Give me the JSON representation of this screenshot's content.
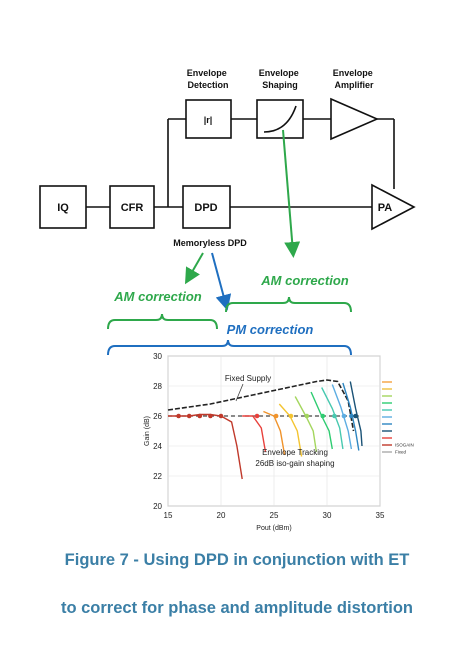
{
  "diagram": {
    "blocks": {
      "iq": "IQ",
      "cfr": "CFR",
      "dpd": "DPD",
      "abs": "|r|",
      "pa": "PA"
    },
    "headers": {
      "env_detection": [
        "Envelope",
        "Detection"
      ],
      "env_shaping": [
        "Envelope",
        "Shaping"
      ],
      "env_amplifier": [
        "Envelope",
        "Amplifier"
      ]
    },
    "memoryless_label": "Memoryless DPD",
    "am_correction_left": "AM correction",
    "am_correction_right": "AM correction",
    "pm_correction": "PM correction",
    "colors": {
      "green": "#2ea84b",
      "blue": "#1f6fc0",
      "caption": "#3b7fa6"
    }
  },
  "chart_data": {
    "type": "line",
    "xlabel": "Pout (dBm)",
    "ylabel": "Gain (dB)",
    "xlim": [
      15,
      35
    ],
    "ylim": [
      20,
      30
    ],
    "xticks": [
      "15",
      "20",
      "25",
      "30",
      "35"
    ],
    "yticks": [
      "30",
      "28",
      "26",
      "24",
      "22",
      "20"
    ],
    "annotations": {
      "fixed_supply": "Fixed Supply",
      "tracking_1": "Envelope Tracking",
      "tracking_2": "26dB iso-gain shaping"
    },
    "legend_position": "right",
    "series": [
      {
        "name": "ISOGAIN",
        "color": "#c0392b",
        "x": [
          15,
          16,
          17,
          18,
          19,
          20,
          21,
          21.5,
          22
        ],
        "y": [
          26,
          26,
          26,
          26.1,
          26.1,
          26,
          25.6,
          24,
          21.8
        ]
      },
      {
        "name": "Fixed",
        "color": "#222222",
        "x": [
          15,
          17,
          19,
          21,
          23,
          25,
          27,
          29,
          30,
          31,
          32,
          32.5
        ],
        "y": [
          26.4,
          26.6,
          26.8,
          27.1,
          27.4,
          27.7,
          28,
          28.3,
          28.4,
          28.3,
          27,
          25
        ]
      },
      {
        "name": "",
        "color": "#e8413c",
        "x": [
          22,
          23,
          23.8,
          24.2
        ],
        "y": [
          26,
          26,
          25.2,
          23.6
        ]
      },
      {
        "name": "",
        "color": "#f0932b",
        "x": [
          24,
          25,
          25.6,
          26
        ],
        "y": [
          26.3,
          26,
          25,
          23.4
        ]
      },
      {
        "name": "",
        "color": "#f4c430",
        "x": [
          25.5,
          26.5,
          27.2,
          27.6
        ],
        "y": [
          26.8,
          26,
          25,
          23.3
        ]
      },
      {
        "name": "",
        "color": "#a4d65e",
        "x": [
          27,
          28,
          28.7,
          29
        ],
        "y": [
          27.3,
          26,
          25,
          23.6
        ]
      },
      {
        "name": "",
        "color": "#2ecc71",
        "x": [
          28.5,
          29.5,
          30.2,
          30.5
        ],
        "y": [
          27.6,
          26,
          25,
          23.8
        ]
      },
      {
        "name": "",
        "color": "#48c9b0",
        "x": [
          29.5,
          30.5,
          31.2,
          31.5
        ],
        "y": [
          27.9,
          26.5,
          25.2,
          23.8
        ]
      },
      {
        "name": "",
        "color": "#5dade2",
        "x": [
          30.5,
          31.3,
          32,
          32.3
        ],
        "y": [
          28.1,
          26.6,
          25,
          23.8
        ]
      },
      {
        "name": "",
        "color": "#2e86c1",
        "x": [
          31.5,
          32.2,
          32.7,
          33
        ],
        "y": [
          28.2,
          26.6,
          25,
          23.7
        ]
      },
      {
        "name": "",
        "color": "#1a5276",
        "x": [
          32.2,
          32.7,
          33.2,
          33.3
        ],
        "y": [
          28.3,
          26.5,
          25,
          24
        ]
      }
    ],
    "iso_line": {
      "y": 26,
      "x": [
        15,
        33
      ],
      "color": "#444444"
    },
    "markers": [
      {
        "x": 16,
        "y": 26,
        "color": "#c0392b"
      },
      {
        "x": 17,
        "y": 26,
        "color": "#c0392b"
      },
      {
        "x": 18,
        "y": 26,
        "color": "#c0392b"
      },
      {
        "x": 19,
        "y": 26,
        "color": "#c0392b"
      },
      {
        "x": 20,
        "y": 26,
        "color": "#c0392b"
      },
      {
        "x": 23.4,
        "y": 26,
        "color": "#e8413c"
      },
      {
        "x": 25.2,
        "y": 26,
        "color": "#f0932b"
      },
      {
        "x": 26.6,
        "y": 26,
        "color": "#f4c430"
      },
      {
        "x": 28.1,
        "y": 26,
        "color": "#a4d65e"
      },
      {
        "x": 29.6,
        "y": 26,
        "color": "#2ecc71"
      },
      {
        "x": 30.7,
        "y": 26,
        "color": "#48c9b0"
      },
      {
        "x": 31.6,
        "y": 26,
        "color": "#5dade2"
      },
      {
        "x": 32.3,
        "y": 26,
        "color": "#2e86c1"
      },
      {
        "x": 32.7,
        "y": 26,
        "color": "#1a5276"
      }
    ],
    "legend_names": [
      "ISOGAIN",
      "Fixed"
    ],
    "legend_swatches": [
      "#f4a340",
      "#f0c040",
      "#a4d65e",
      "#2ecc71",
      "#48c9b0",
      "#5dade2",
      "#2e86c1",
      "#1a5276",
      "#e8413c",
      "#c0392b",
      "#aaaaaa"
    ]
  },
  "caption": {
    "line1": "Figure 7 - Using DPD in conjunction with ET",
    "line2": "to correct for phase and amplitude distortion"
  }
}
